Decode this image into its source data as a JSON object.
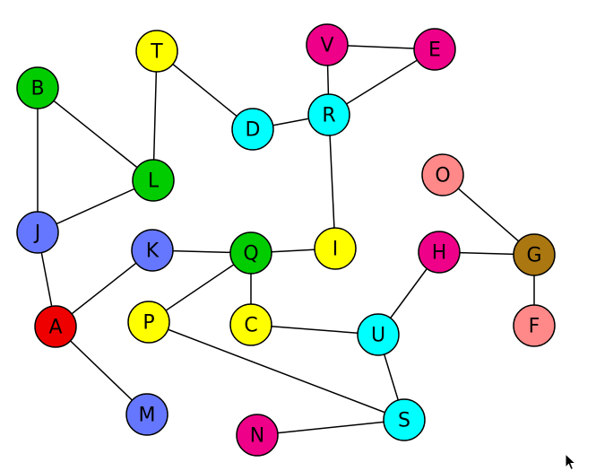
{
  "colors": {
    "green": "#00cc00",
    "yellow": "#ffff00",
    "magenta": "#ee0088",
    "cyan": "#00ffff",
    "blue": "#6677ff",
    "red": "#ee0000",
    "salmon": "#ff8888",
    "brown": "#aa7711"
  },
  "graph": {
    "nodes": [
      {
        "id": "T",
        "label": "T",
        "color": "yellow"
      },
      {
        "id": "V",
        "label": "V",
        "color": "magenta"
      },
      {
        "id": "E",
        "label": "E",
        "color": "magenta"
      },
      {
        "id": "B",
        "label": "B",
        "color": "green"
      },
      {
        "id": "R",
        "label": "R",
        "color": "cyan"
      },
      {
        "id": "D",
        "label": "D",
        "color": "cyan"
      },
      {
        "id": "O",
        "label": "O",
        "color": "salmon"
      },
      {
        "id": "L",
        "label": "L",
        "color": "green"
      },
      {
        "id": "J",
        "label": "J",
        "color": "blue"
      },
      {
        "id": "K",
        "label": "K",
        "color": "blue"
      },
      {
        "id": "Q",
        "label": "Q",
        "color": "green"
      },
      {
        "id": "I",
        "label": "I",
        "color": "yellow"
      },
      {
        "id": "H",
        "label": "H",
        "color": "magenta"
      },
      {
        "id": "G",
        "label": "G",
        "color": "brown"
      },
      {
        "id": "A",
        "label": "A",
        "color": "red"
      },
      {
        "id": "P",
        "label": "P",
        "color": "yellow"
      },
      {
        "id": "C",
        "label": "C",
        "color": "yellow"
      },
      {
        "id": "U",
        "label": "U",
        "color": "cyan"
      },
      {
        "id": "F",
        "label": "F",
        "color": "salmon"
      },
      {
        "id": "M",
        "label": "M",
        "color": "blue"
      },
      {
        "id": "S",
        "label": "S",
        "color": "cyan"
      },
      {
        "id": "N",
        "label": "N",
        "color": "magenta"
      }
    ],
    "edges": [
      [
        "T",
        "L"
      ],
      [
        "T",
        "D"
      ],
      [
        "D",
        "R"
      ],
      [
        "V",
        "R"
      ],
      [
        "V",
        "E"
      ],
      [
        "R",
        "E"
      ],
      [
        "R",
        "I"
      ],
      [
        "B",
        "L"
      ],
      [
        "B",
        "J"
      ],
      [
        "J",
        "L"
      ],
      [
        "J",
        "A"
      ],
      [
        "A",
        "K"
      ],
      [
        "A",
        "M"
      ],
      [
        "K",
        "Q"
      ],
      [
        "Q",
        "I"
      ],
      [
        "Q",
        "P"
      ],
      [
        "Q",
        "C"
      ],
      [
        "C",
        "U"
      ],
      [
        "P",
        "S"
      ],
      [
        "U",
        "H"
      ],
      [
        "U",
        "S"
      ],
      [
        "S",
        "N"
      ],
      [
        "H",
        "G"
      ],
      [
        "O",
        "G"
      ],
      [
        "G",
        "F"
      ]
    ]
  },
  "cursor_icon": "arrow-cursor-icon"
}
